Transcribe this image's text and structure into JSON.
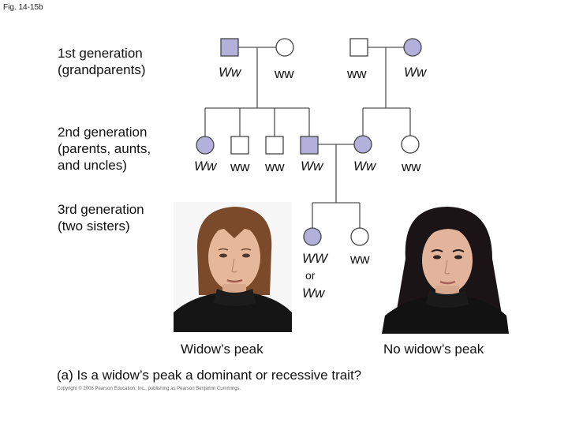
{
  "figure_label": "Fig. 14-15b",
  "generations": {
    "first": "1st generation\n(grandparents)",
    "second": "2nd generation\n(parents, aunts,\nand uncles)",
    "third": "3rd generation\n(two sisters)"
  },
  "genotypes": {
    "g1_male_left": "Ww",
    "g1_female_left": "ww",
    "g1_male_right": "ww",
    "g1_female_right": "Ww",
    "g2_1": "Ww",
    "g2_2": "ww",
    "g2_3": "ww",
    "g2_4": "Ww",
    "g2_5": "Ww",
    "g2_6": "ww",
    "g3_left_line1": "WW",
    "g3_left_or": "or",
    "g3_left_line2": "Ww",
    "g3_right": "ww"
  },
  "photos": {
    "left_caption": "Widow’s peak",
    "right_caption": "No widow’s peak"
  },
  "question": "(a) Is a widow’s peak a dominant or recessive trait?",
  "copyright": "Copyright © 2008 Pearson Education, Inc., publishing as Pearson Benjamin Cummings.",
  "colors": {
    "affected_fill": "#b3b0dc",
    "unaffected_fill": "#ffffff",
    "line": "#555555"
  }
}
